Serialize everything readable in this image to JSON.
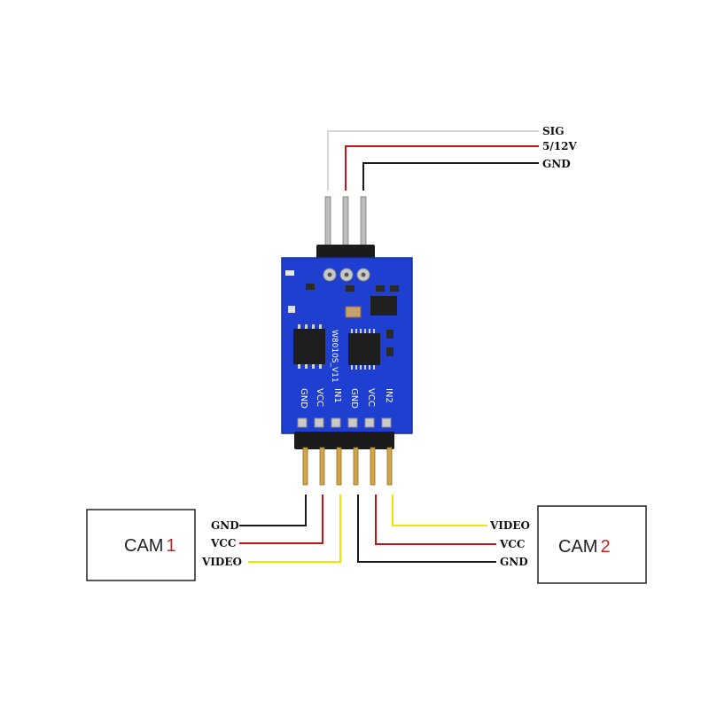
{
  "output_connector": {
    "wires": [
      {
        "label": "SIG",
        "color": "#cfcfcf"
      },
      {
        "label": "5/12V",
        "color": "#c0141b"
      },
      {
        "label": "GND",
        "color": "#1a1a1a"
      }
    ]
  },
  "board": {
    "color": "#1f3fd1",
    "silkscreen": "W8010S_V11",
    "input_pins": [
      "GND",
      "VCC",
      "IN1",
      "GND",
      "VCC",
      "IN2"
    ]
  },
  "cam1": {
    "name": "CAM",
    "number": "1",
    "wires": [
      {
        "label": "GND",
        "color": "#1a1a1a"
      },
      {
        "label": "VCC",
        "color": "#c0141b"
      },
      {
        "label": "VIDEO",
        "color": "#f2e200"
      }
    ]
  },
  "cam2": {
    "name": "CAM",
    "number": "2",
    "wires": [
      {
        "label": "VIDEO",
        "color": "#f2e200"
      },
      {
        "label": "VCC",
        "color": "#c0141b"
      },
      {
        "label": "GND",
        "color": "#1a1a1a"
      }
    ]
  },
  "accent_colors": {
    "cam_number": "#c8241c"
  }
}
